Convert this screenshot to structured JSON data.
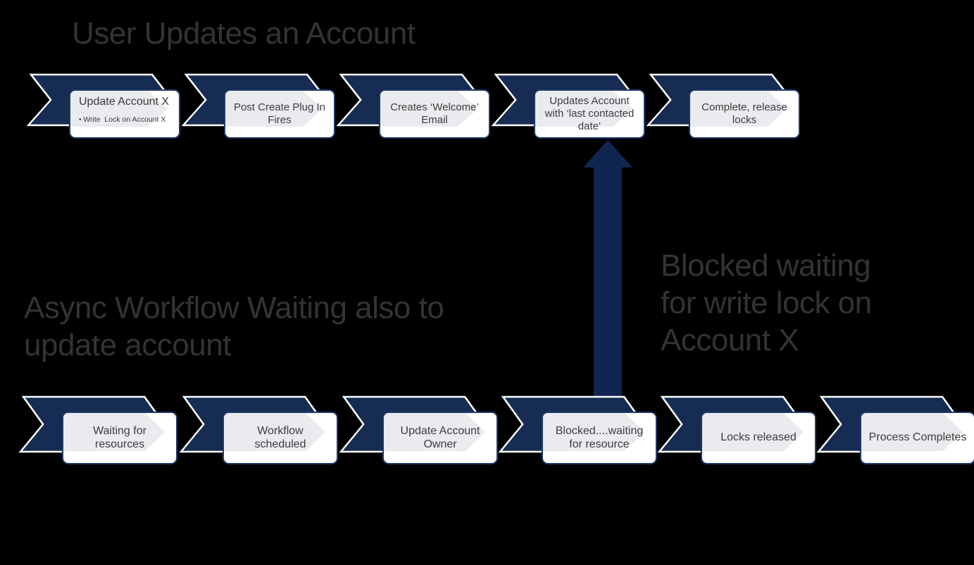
{
  "diagram": {
    "top_title": "User Updates an Account",
    "async_title": "Async Workflow Waiting also to\nupdate account",
    "blocked_note": "Blocked waiting\nfor write lock on\nAccount X",
    "rows": {
      "top": {
        "steps": [
          {
            "title": "Update Account X",
            "bullet": "Write  Lock on Account X"
          },
          {
            "label": "Post Create Plug In\nFires"
          },
          {
            "label": "Creates ‘Welcome’\nEmail"
          },
          {
            "label": "Updates Account\nwith ‘last contacted\ndate’"
          },
          {
            "label": "Complete, release\nlocks"
          }
        ]
      },
      "bottom": {
        "steps": [
          {
            "label": "Waiting for\nresources"
          },
          {
            "label": "Workflow\nscheduled"
          },
          {
            "label": "Update Account\nOwner"
          },
          {
            "label": "Blocked....waiting\nfor resource"
          },
          {
            "label": "Locks released"
          },
          {
            "label": "Process Completes"
          }
        ]
      }
    },
    "colors": {
      "background": "#000000",
      "chevron_navy": "#172c52",
      "arrow_navy": "#102550",
      "card_shade_gray": "#e9ebee",
      "card_border": "#1f3c6d",
      "title_gray": "#333333",
      "card_text_gray": "#3d3d3d"
    }
  }
}
